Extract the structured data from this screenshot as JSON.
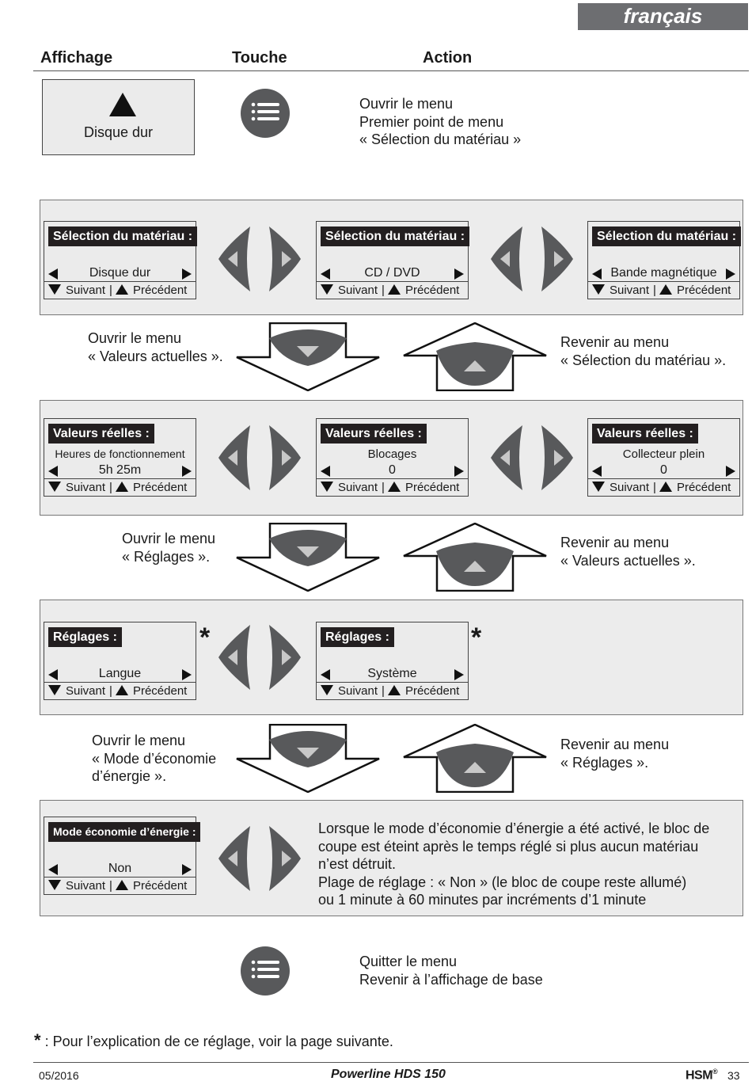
{
  "header": {
    "language": "français"
  },
  "columns": {
    "display": "Affichage",
    "key": "Touche",
    "action": "Action"
  },
  "first": {
    "lcd_text": "Disque dur",
    "lines": [
      "Ouvrir le menu",
      "Premier point de menu",
      "« Sélection du matériau »"
    ]
  },
  "lcd_nav": {
    "next": "Suivant",
    "sep": "|",
    "prev": "Précédent"
  },
  "panel1": {
    "screens": [
      {
        "title": "Sélection du matériau :",
        "value": "Disque dur"
      },
      {
        "title": "Sélection du matériau :",
        "value": "CD / DVD"
      },
      {
        "title": "Sélection du matériau :",
        "value": "Bande magnétique"
      }
    ]
  },
  "trans1": {
    "left": [
      "Ouvrir le menu",
      "« Valeurs actuelles »."
    ],
    "right": [
      "Revenir au menu",
      "« Sélection du matériau »."
    ]
  },
  "panel2": {
    "screens": [
      {
        "title": "Valeurs réelles :",
        "sub": "Heures de fonctionnement",
        "value": "5h 25m"
      },
      {
        "title": "Valeurs réelles :",
        "sub": "Blocages",
        "value": "0"
      },
      {
        "title": "Valeurs réelles :",
        "sub": "Collecteur plein",
        "value": "0"
      }
    ]
  },
  "trans2": {
    "left": [
      "Ouvrir le menu",
      "« Réglages »."
    ],
    "right": [
      "Revenir au menu",
      "« Valeurs actuelles »."
    ]
  },
  "panel3": {
    "screens": [
      {
        "title": "Réglages :",
        "value": "Langue"
      },
      {
        "title": "Réglages :",
        "value": "Système"
      }
    ],
    "star": "*"
  },
  "trans3": {
    "left": [
      "Ouvrir le menu",
      "« Mode d’économie",
      "d’énergie »."
    ],
    "right": [
      "Revenir au menu",
      "« Réglages »."
    ]
  },
  "panel4": {
    "screen": {
      "title": "Mode économie d’énergie :",
      "value": "Non"
    },
    "desc": [
      "Lorsque le mode d’économie d’énergie a été activé, le bloc de",
      "coupe est éteint après le temps réglé si plus aucun matériau",
      "n’est détruit.",
      "Plage de réglage : « Non » (le bloc de coupe reste allumé)",
      "ou 1 minute à 60 minutes par incréments d’1 minute"
    ]
  },
  "last": {
    "lines": [
      "Quitter le menu",
      "Revenir à l’affichage de base"
    ]
  },
  "footnote": {
    "star": "*",
    "text": " : Pour l’explication de ce réglage, voir la page suivante."
  },
  "footer": {
    "date": "05/2016",
    "product": "Powerline HDS 150",
    "brand": "HSM",
    "reg": "®",
    "page": "33"
  },
  "colors": {
    "button": "#58595b",
    "panel": "#ececec",
    "tab": "#6d6e71"
  }
}
